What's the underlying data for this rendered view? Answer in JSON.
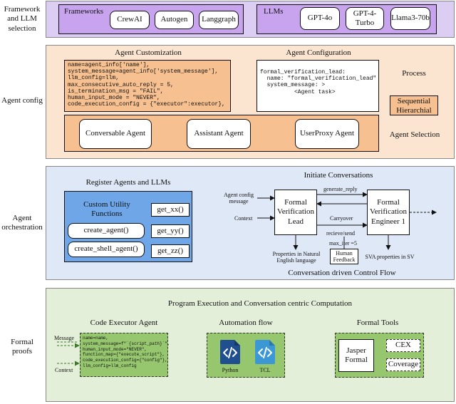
{
  "labels": {
    "framework_llm": "Framework and LLM selection",
    "agent_config": "Agent config",
    "agent_orchestration": "Agent orchestration",
    "formal_proofs": "Formal proofs"
  },
  "band1": {
    "frameworks_title": "Frameworks",
    "frameworks": [
      "CrewAI",
      "Autogen",
      "Langgraph"
    ],
    "llms_title": "LLMs",
    "llms": [
      "GPT-4o",
      "GPT-4-Turbo",
      "Llama3-70b"
    ]
  },
  "band2": {
    "customization_title": "Agent Customization",
    "customization_code": [
      "name=agent_info['name'],",
      "system_message=agent_info['system_message'],",
      "llm_config=llm,",
      "max_consecutive_auto_reply = 5,",
      "is_termination_msg = \"FAIL\",",
      "human_input_mode = \"NEVER\",",
      "code_execution_config = {\"executor\":executor},"
    ],
    "configuration_title": "Agent Configuration",
    "configuration_code": [
      "formal_verification_lead:",
      "  name: \"formal_verification_lead\"",
      "  system_message: >",
      "          <Agent task>"
    ],
    "process_title": "Process",
    "process_options": [
      "Sequential",
      "Hierarchial"
    ],
    "agents": [
      "Conversable Agent",
      "Assistant Agent",
      "UserProxy Agent"
    ],
    "agent_selection": "Agent Selection"
  },
  "band3": {
    "register_title": "Register Agents and LLMs",
    "custom_utility": "Custom Utility Functions",
    "utility_calls": [
      "create_agent()",
      "create_shell_agent()"
    ],
    "getters": [
      "get_xx()",
      "get_yy()",
      "get_zz()"
    ],
    "initiate_title": "Initiate Conversations",
    "input_config": "Agent config message",
    "input_context": "Context",
    "lead": "Formal Verification Lead",
    "engineer": "Formal Verification Engineer 1",
    "generate_reply": "generate_reply",
    "carryover": "Carryover",
    "recieve_send": "recieve/send",
    "max_iter": "max_iter =5",
    "human_feedback": "Human Feedback",
    "properties_nl": "Properties in Natural English language",
    "sva_properties": "SVA properties in SV",
    "flow_caption": "Conversation driven Control Flow"
  },
  "band4": {
    "title": "Program Execution and Conversation centric Computation",
    "executor_title": "Code Executor Agent",
    "input_message": "Message",
    "input_context": "Context",
    "executor_code": [
      "name=name,",
      "system_message=f\"`{script_path}`\",",
      "human_input_mode=\"NEVER\",",
      "function_map={\"execute_script\"},",
      "code_execution_config={\"config\"},",
      "llm_config=llm_config"
    ],
    "automation_title": "Automation flow",
    "python_label": "Python",
    "tcl_label": "TCL",
    "tools_title": "Formal Tools",
    "jasper": "Jasper Formal",
    "cex": "CEX",
    "coverage": "Coverage"
  },
  "colors": {
    "purple_band": "#dccdf2",
    "purple_box": "#c9a4ee",
    "orange_band": "#fbe5d0",
    "orange_box": "#f6c090",
    "blue_band": "#dfe8f6",
    "blue_box": "#6ea6e8",
    "green_band": "#e4efd9",
    "green_box": "#96c76e",
    "icon_python": "#1f4f8f",
    "icon_tcl": "#3c98d4"
  }
}
